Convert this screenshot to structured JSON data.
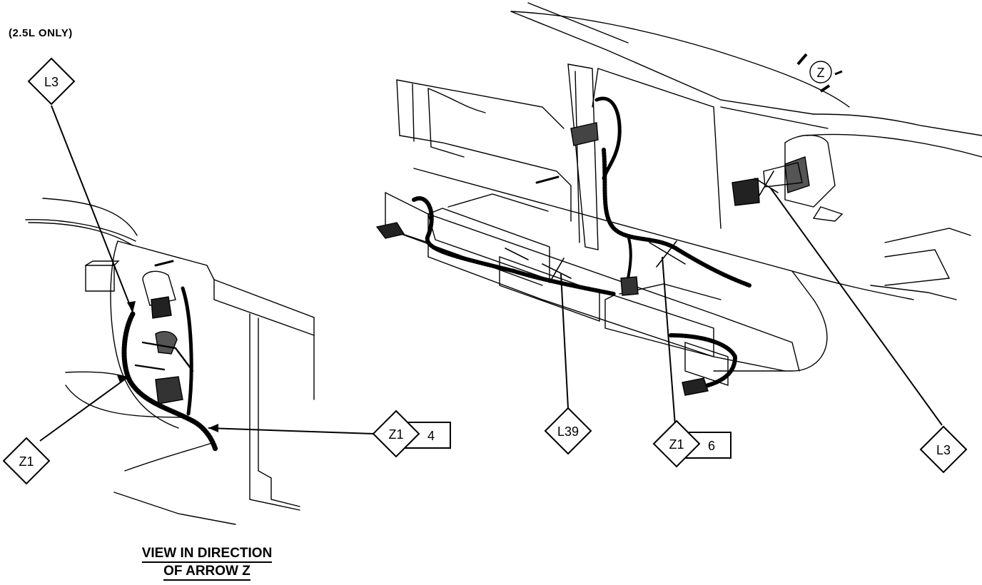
{
  "note": "(2.5L ONLY)",
  "view_z": {
    "letter": "Z"
  },
  "callouts": [
    {
      "id": "L3"
    },
    {
      "id": "Z1"
    },
    {
      "id": "Z1",
      "num": "4"
    },
    {
      "id": "L39"
    },
    {
      "id": "Z1",
      "num": "6"
    },
    {
      "id": "L3"
    }
  ],
  "caption": {
    "line1": "VIEW IN DIRECTION",
    "line2": "OF ARROW Z"
  }
}
